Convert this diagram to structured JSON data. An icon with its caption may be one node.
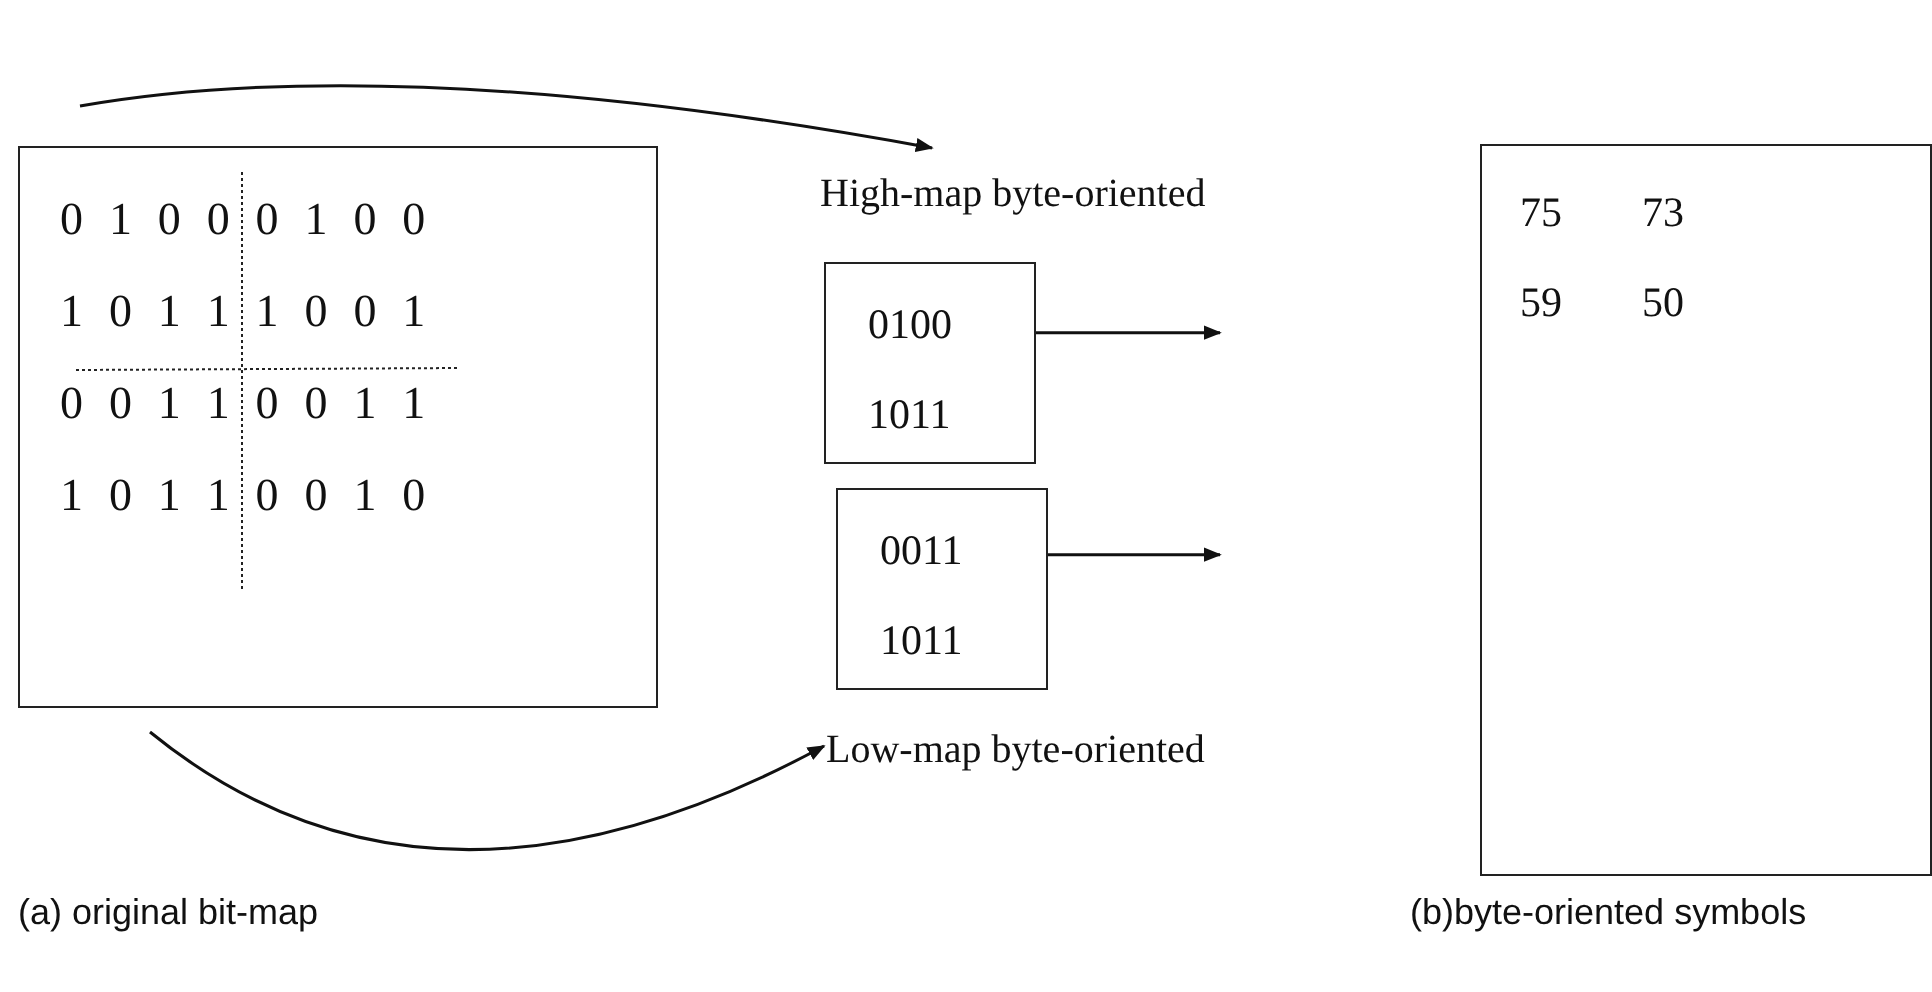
{
  "diagram": {
    "nodes": [
      {
        "text": [
          "0 1 0 0 0 1 0 0",
          "1 0 1 1 1 0 0 1",
          "0 0 1 1 0 0 1 1",
          "1 0 1 1 0 0 1 0"
        ]
      },
      {
        "text": [
          "High-map byte-oriented"
        ]
      },
      {
        "text": [
          "0100",
          "1011"
        ]
      },
      {
        "text": [
          "0011",
          "1011"
        ]
      },
      {
        "text": [
          "Low-map byte-oriented"
        ]
      },
      {
        "text": [
          "75",
          "73",
          "59",
          "50"
        ]
      }
    ],
    "edges": [
      {
        "from": 0,
        "to": 1,
        "arrow": "to"
      },
      {
        "from": 2,
        "to": null,
        "arrow": "to"
      },
      {
        "from": 3,
        "to": null,
        "arrow": "to"
      },
      {
        "from": 0,
        "to": 4,
        "arrow": "to"
      }
    ],
    "labels": [
      "(a) original bit-map",
      "(b)byte-oriented symbols"
    ]
  }
}
